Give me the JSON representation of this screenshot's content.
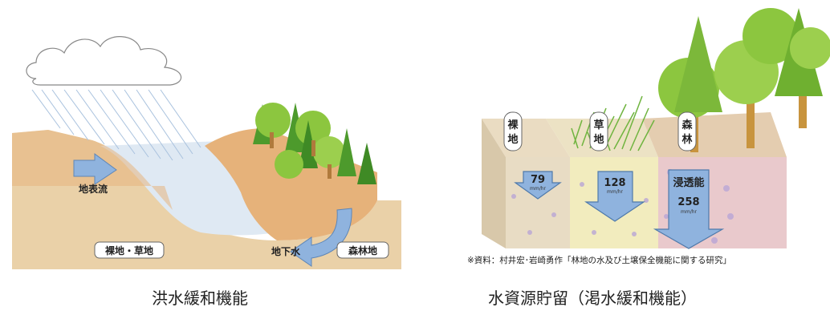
{
  "left_diagram": {
    "caption": "洪水緩和機能",
    "labels": {
      "surface_flow": "地表流",
      "groundwater": "地下水",
      "bare_grass": "裸地・草地",
      "forest": "森林地"
    }
  },
  "right_diagram": {
    "caption": "水資源貯留（渇水緩和機能）",
    "columns": [
      {
        "name_line1": "裸",
        "name_line2": "地",
        "value": "79",
        "unit": "mm/hr"
      },
      {
        "name_line1": "草",
        "name_line2": "地",
        "value": "128",
        "unit": "mm/hr"
      },
      {
        "name_line1": "森",
        "name_line2": "林",
        "heading": "浸透能",
        "value": "258",
        "unit": "mm/hr"
      }
    ],
    "source_note": "※資料：村井宏･岩崎勇作「林地の水及び土壌保全機能に関する研究」"
  },
  "colors": {
    "soil": "#e9cfa6",
    "soil_top": "#e2b27a",
    "water": "#dde7f1",
    "tree_green": "#8cc63f",
    "tree_dark": "#4d9a2c",
    "arrow_blue": "#8fb3de",
    "bare_col": "#e8dcc4",
    "grass_col": "#f2ecbe",
    "forest_col": "#e9c9cc"
  }
}
